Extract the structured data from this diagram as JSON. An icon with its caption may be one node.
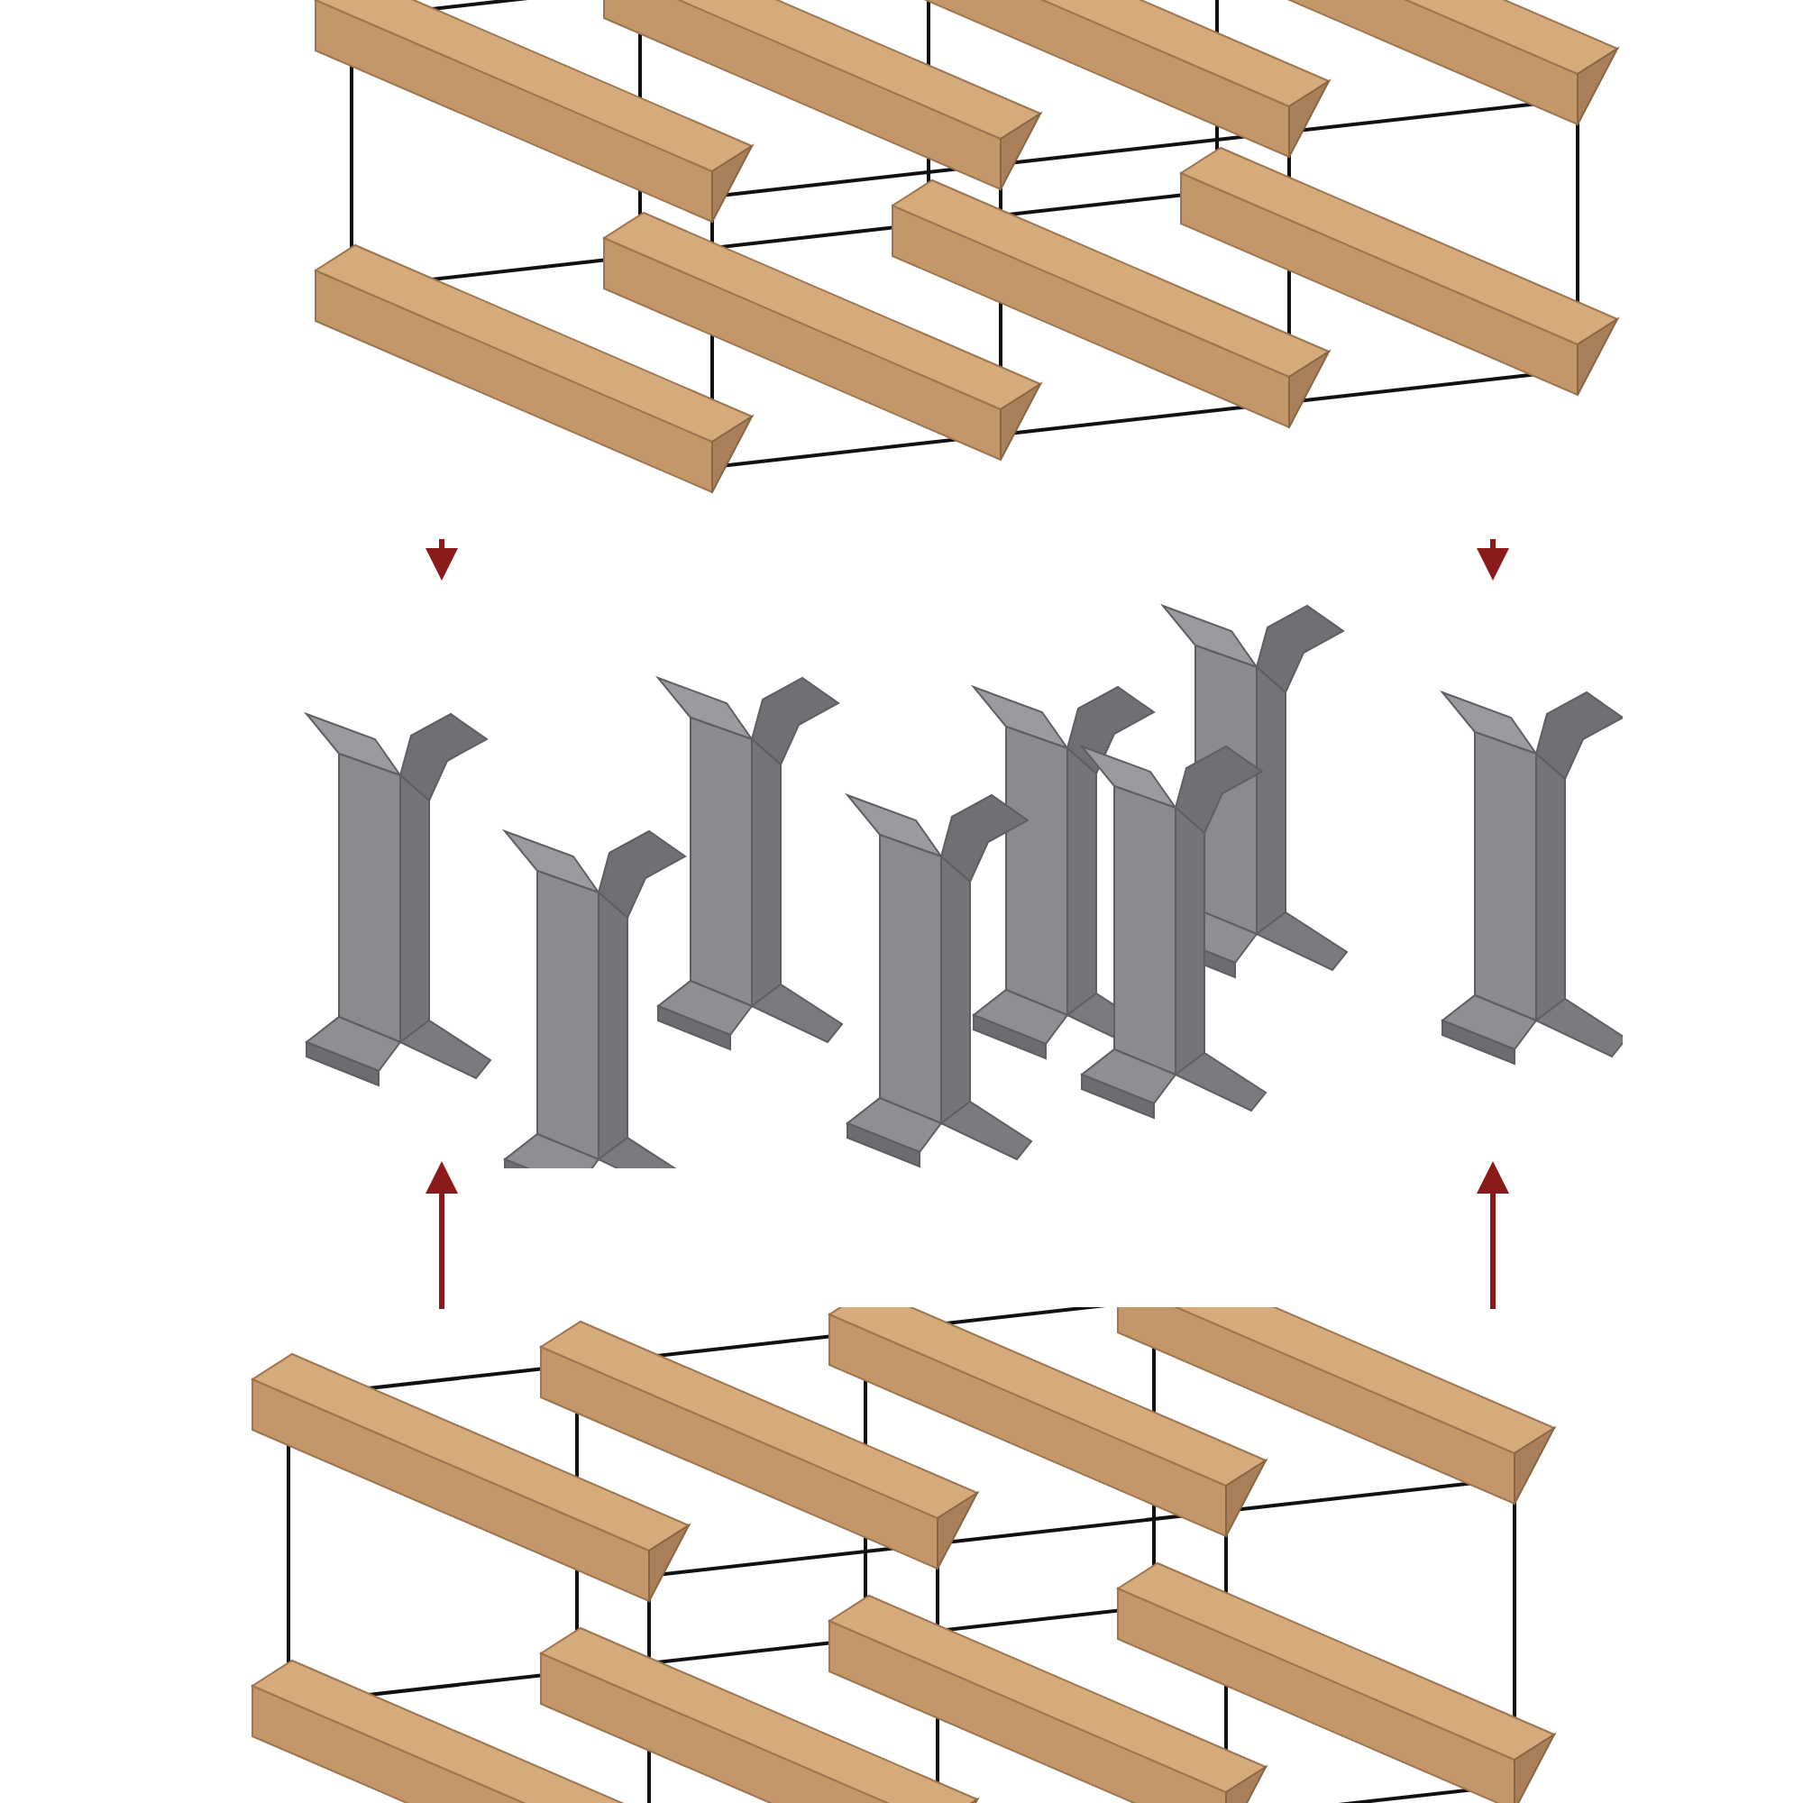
{
  "diagram": {
    "nodes": [
      {
        "text": [],
        "shape": "picture"
      },
      {
        "text": [],
        "shape": "picture"
      },
      {
        "text": [],
        "shape": "picture"
      }
    ],
    "edges": [
      {
        "from": 0,
        "to": 1,
        "arrow": "to"
      },
      {
        "from": 0,
        "to": 1,
        "arrow": "to"
      },
      {
        "from": 2,
        "to": 1,
        "arrow": "to"
      },
      {
        "from": 2,
        "to": 1,
        "arrow": "to"
      }
    ]
  }
}
